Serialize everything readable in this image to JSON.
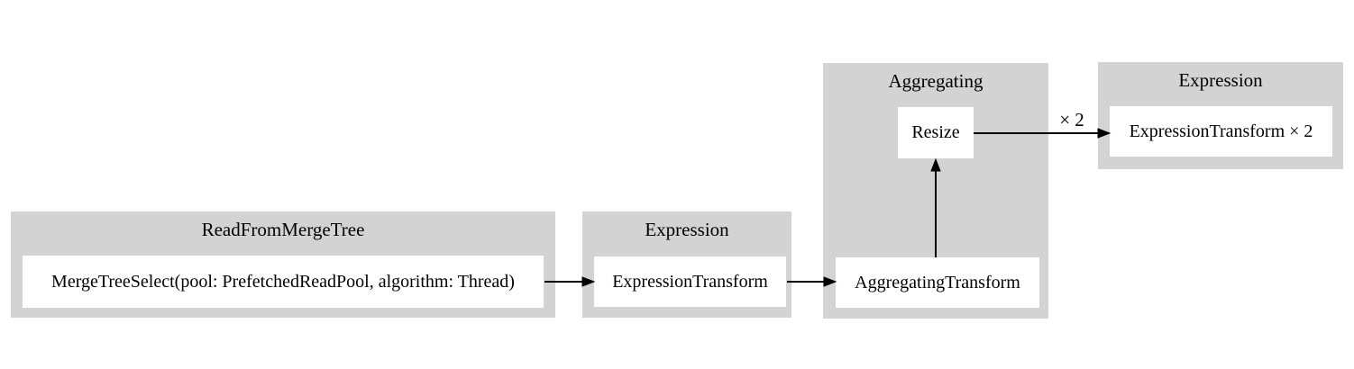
{
  "diagram": {
    "type": "pipeline-flowchart",
    "colors": {
      "background": "#ffffff",
      "cluster_fill": "#d3d3d3",
      "node_fill": "#ffffff",
      "edge": "#000000",
      "text": "#000000"
    },
    "clusters": [
      {
        "title": "ReadFromMergeTree",
        "nodes": [
          {
            "label": "MergeTreeSelect(pool: PrefetchedReadPool, algorithm: Thread)"
          }
        ]
      },
      {
        "title": "Expression",
        "nodes": [
          {
            "label": "ExpressionTransform"
          }
        ]
      },
      {
        "title": "Aggregating",
        "nodes": [
          {
            "label": "Resize"
          },
          {
            "label": "AggregatingTransform"
          }
        ]
      },
      {
        "title": "Expression",
        "nodes": [
          {
            "label": "ExpressionTransform × 2"
          }
        ]
      }
    ],
    "edges": [
      {
        "from": "MergeTreeSelect(pool: PrefetchedReadPool, algorithm: Thread)",
        "to": "ExpressionTransform",
        "label": ""
      },
      {
        "from": "ExpressionTransform",
        "to": "AggregatingTransform",
        "label": ""
      },
      {
        "from": "AggregatingTransform",
        "to": "Resize",
        "label": ""
      },
      {
        "from": "Resize",
        "to": "ExpressionTransform × 2",
        "label": "× 2"
      }
    ]
  }
}
